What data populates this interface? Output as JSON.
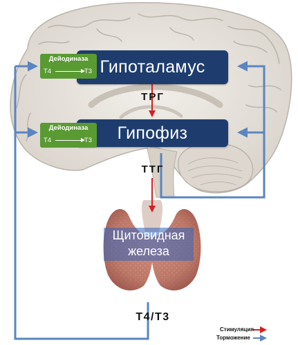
{
  "colors": {
    "box": "#1e3d6e",
    "enzyme": "#5a9a33",
    "stimulation_arrow": "#d42020",
    "inhibition_arrow": "#5a85c0",
    "thyroid_tissue": "#c07c6c",
    "brain": "#e2ddd6"
  },
  "diagram": {
    "hypothalamus_label": "Гипоталамус",
    "pituitary_label": "Гипофиз",
    "thyroid_label_line1": "Щитовидная",
    "thyroid_label_line2": "железа",
    "trh_label": "ТРГ",
    "tsh_label": "ТТГ",
    "output_label": "Т4/Т3"
  },
  "enzymes": [
    {
      "name": "Дейодиназа",
      "from": "Т4",
      "to": "Т3"
    },
    {
      "name": "Дейодиназа",
      "from": "Т4",
      "to": "Т3"
    }
  ],
  "legend": {
    "stimulation": "Стимуляция",
    "inhibition": "Торможение"
  },
  "icons": {
    "brain": "brain-illustration",
    "thyroid": "thyroid-gland-illustration"
  }
}
